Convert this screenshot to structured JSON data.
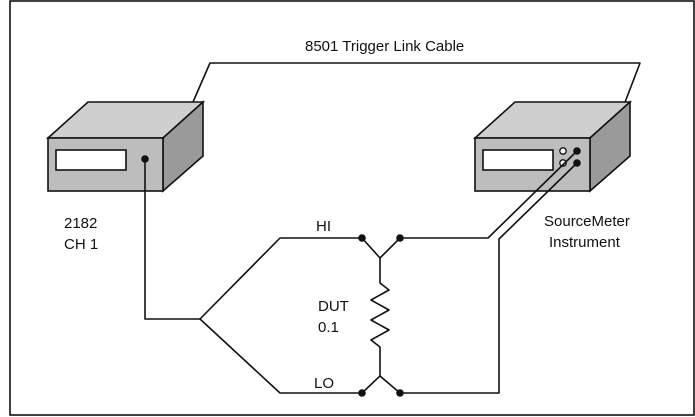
{
  "labels": {
    "cable": "8501 Trigger Link Cable",
    "left_model": "2182",
    "left_channel": "CH 1",
    "right_name_line1": "SourceMeter",
    "right_name_line2": "Instrument",
    "hi": "HI",
    "lo": "LO",
    "dut": "DUT",
    "dut_value": "0.1"
  },
  "colors": {
    "line": "#111111",
    "panel_top": "#cfcfcf",
    "panel_side": "#9a9a9a",
    "panel_front": "#bdbdbd",
    "screen": "#ffffff",
    "background": "#ffffff"
  },
  "icons": {
    "left_instrument": "2182-nanovoltmeter-icon",
    "right_instrument": "sourcemeter-icon",
    "resistor": "resistor-icon"
  }
}
